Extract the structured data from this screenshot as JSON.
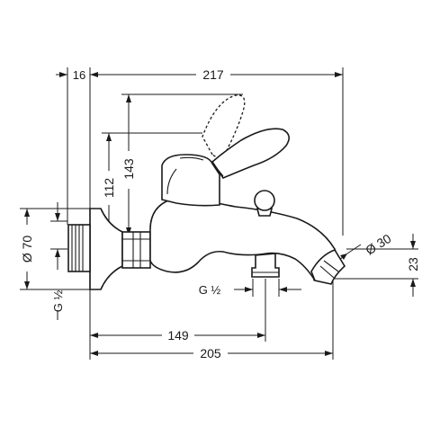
{
  "drawing": {
    "labels": {
      "d16": "16",
      "d217": "217",
      "d143": "143",
      "d112": "112",
      "d70": "Ø 70",
      "g_left": "G ½",
      "g_bottom": "G ½",
      "d30": "Ø 30",
      "d23": "23",
      "d149": "149",
      "d205": "205"
    },
    "colors": {
      "line": "#1a1a1a",
      "background": "#ffffff"
    }
  }
}
